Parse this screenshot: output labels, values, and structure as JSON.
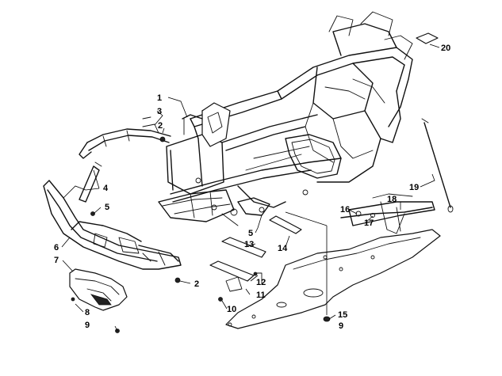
{
  "callouts": [
    {
      "id": "c1",
      "text": "1"
    },
    {
      "id": "c2a",
      "text": "2"
    },
    {
      "id": "c2b",
      "text": "2"
    },
    {
      "id": "c3",
      "text": "3"
    },
    {
      "id": "c4",
      "text": "4"
    },
    {
      "id": "c5a",
      "text": "5"
    },
    {
      "id": "c5b",
      "text": "5"
    },
    {
      "id": "c6",
      "text": "6"
    },
    {
      "id": "c7",
      "text": "7"
    },
    {
      "id": "c8",
      "text": "8"
    },
    {
      "id": "c9a",
      "text": "9"
    },
    {
      "id": "c9b",
      "text": "9"
    },
    {
      "id": "c10",
      "text": "10"
    },
    {
      "id": "c11",
      "text": "11"
    },
    {
      "id": "c12",
      "text": "12"
    },
    {
      "id": "c13",
      "text": "13"
    },
    {
      "id": "c14",
      "text": "14"
    },
    {
      "id": "c15",
      "text": "15"
    },
    {
      "id": "c16",
      "text": "16"
    },
    {
      "id": "c17",
      "text": "17"
    },
    {
      "id": "c18",
      "text": "18"
    },
    {
      "id": "c19",
      "text": "19"
    },
    {
      "id": "c20",
      "text": "20"
    }
  ]
}
